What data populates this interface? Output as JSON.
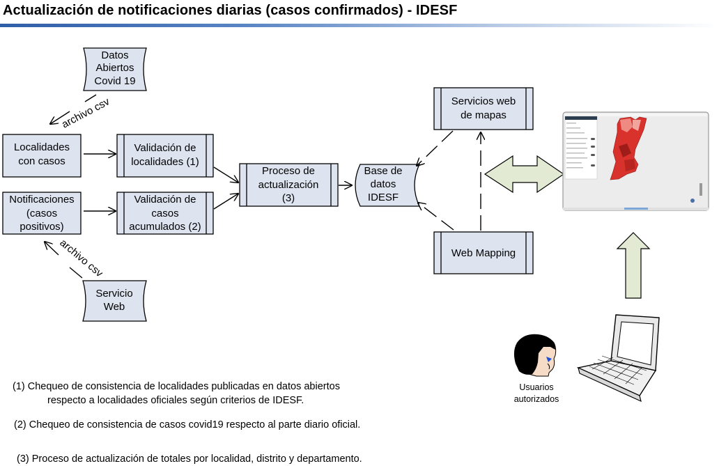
{
  "title": "Actualización de notificaciones diarias (casos confirmados) -  IDESF",
  "nodes": {
    "datos_abiertos": [
      "Datos",
      "Abiertos",
      "Covid 19"
    ],
    "localidades": [
      "Localidades",
      "con casos"
    ],
    "notificaciones": [
      "Notificaciones",
      "(casos",
      "positivos)"
    ],
    "validacion_localidades": [
      "Validación  de",
      "localidades (1)"
    ],
    "validacion_casos": [
      "Validación de",
      "casos",
      "acumulados (2)"
    ],
    "proceso": [
      "Proceso de",
      "actualización",
      "(3)"
    ],
    "base_datos": [
      "Base de",
      "datos",
      "IDESF"
    ],
    "servicios_web": [
      "Servicios web",
      "de mapas"
    ],
    "web_mapping": [
      "Web Mapping"
    ],
    "servicio_web": [
      "Servicio",
      "Web"
    ]
  },
  "edge_labels": {
    "csv_top": "archivo csv",
    "csv_bottom": "archivo csv"
  },
  "users": {
    "label_line1": "Usuarios",
    "label_line2": "autorizados"
  },
  "notes": {
    "n1_line1": "(1) Chequeo de consistencia de localidades publicadas en datos abiertos",
    "n1_line2": "respecto a localidades oficiales según criterios de IDESF.",
    "n2": "(2) Chequeo de consistencia de casos covid19 respecto al parte diario oficial.",
    "n3": "(3) Proceso de actualización de totales por localidad, distrito y departamento."
  },
  "colors": {
    "box_fill": "#dde4f0",
    "arrow_fill": "#e3ead3",
    "map_red": "#d9322d"
  }
}
